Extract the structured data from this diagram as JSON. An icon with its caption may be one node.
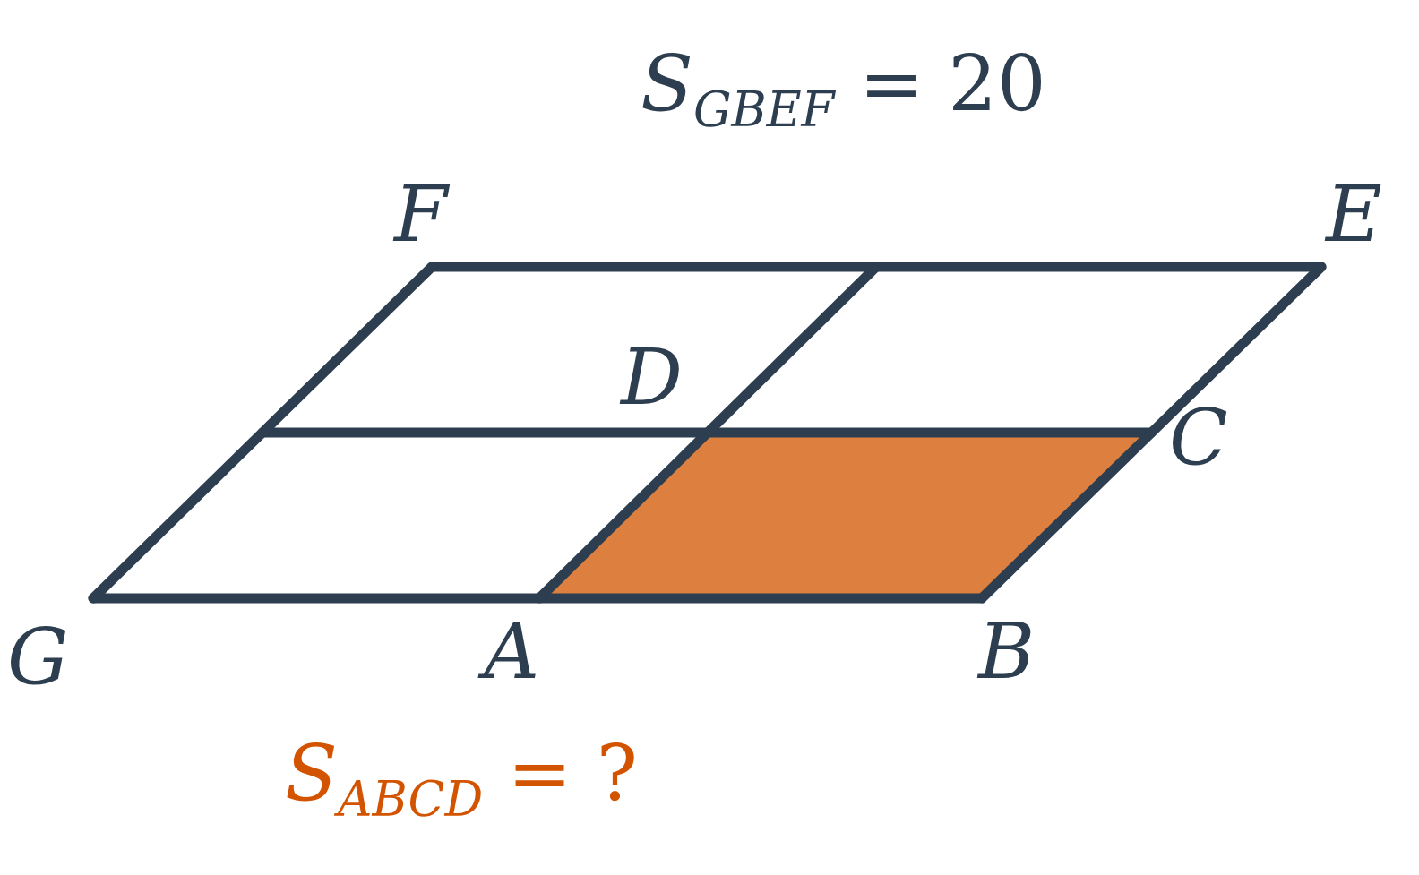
{
  "diagram": {
    "labels": [
      "*S*$_{GBEF}$ = 20",
      "F",
      "E",
      "D",
      "C",
      "G",
      "A",
      "B",
      "*S*$_{ABCD}$ = ?"
    ]
  }
}
